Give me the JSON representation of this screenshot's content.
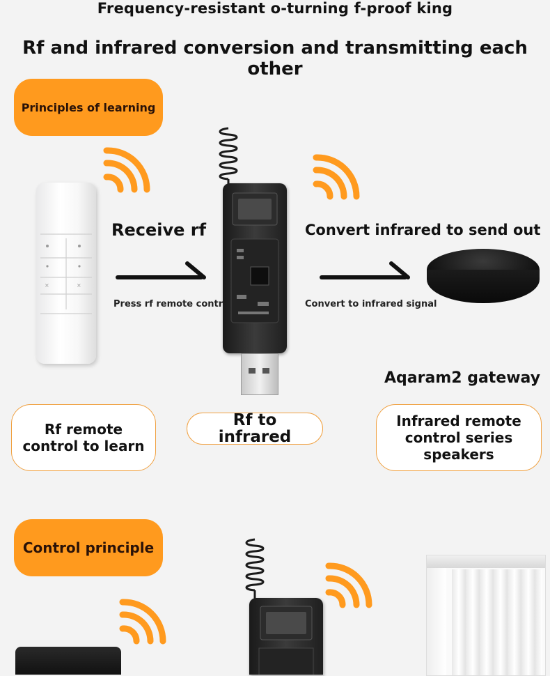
{
  "header": {
    "title": "Frequency-resistant o-turning f-proof king",
    "subtitle": "Rf and infrared conversion and transmitting each other"
  },
  "section1": {
    "badge": "Principles of learning",
    "left_label": "Receive rf",
    "left_caption": "Press rf remote control",
    "right_label": "Convert infrared to send out",
    "right_caption": "Convert to infrared signal",
    "gateway_label": "Aqaram2 gateway",
    "card_left": "Rf remote control to learn",
    "card_center": "Rf to infrared",
    "card_right": "Infrared remote control series speakers"
  },
  "section2": {
    "badge": "Control principle"
  },
  "colors": {
    "accent": "#ff9a1e",
    "card_border": "#f0a040"
  },
  "icons": [
    "wifi-signal-icon",
    "arrow-right-icon"
  ]
}
